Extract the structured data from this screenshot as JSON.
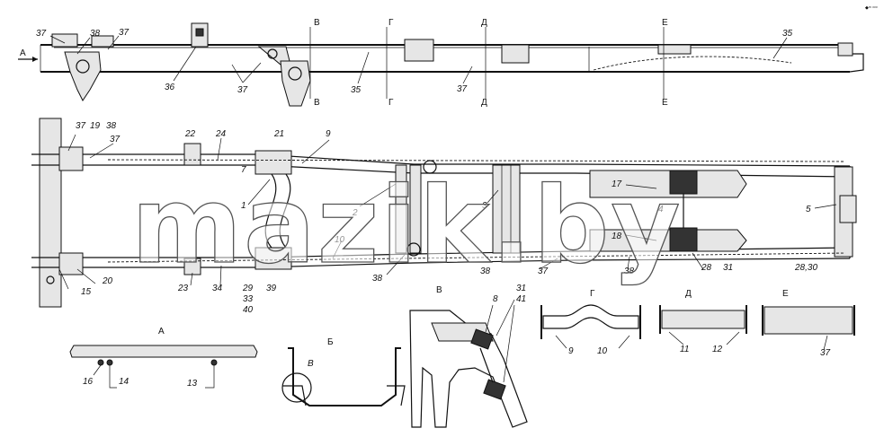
{
  "watermark": "mazik.by",
  "corner_mark": "◆ᵐ ᵒᵒᵒ",
  "side_view": {
    "labels": [
      "37",
      "38",
      "37",
      "36",
      "37",
      "35",
      "37",
      "35"
    ],
    "view_arrow": "А",
    "section_marks": [
      "В",
      "Г",
      "Д",
      "Е",
      "В",
      "Г",
      "Д",
      "Е"
    ]
  },
  "plan_view": {
    "labels": [
      "37",
      "19",
      "38",
      "37",
      "22",
      "24",
      "21",
      "9",
      "7",
      "1",
      "2",
      "3",
      "17",
      "4",
      "18",
      "5",
      "10",
      "15",
      "20",
      "23",
      "34",
      "29",
      "33",
      "40",
      "39",
      "38",
      "38",
      "37",
      "38",
      "28",
      "31",
      "28,30"
    ]
  },
  "details": {
    "A": {
      "title": "А",
      "labels": [
        "16",
        "14",
        "13"
      ]
    },
    "B": {
      "title": "Б",
      "labels": [
        "В"
      ]
    },
    "V": {
      "title": "В",
      "labels": [
        "8",
        "31",
        "41"
      ]
    },
    "G": {
      "title": "Г",
      "labels": [
        "9",
        "10"
      ]
    },
    "D": {
      "title": "Д",
      "labels": [
        "11",
        "12"
      ]
    },
    "E": {
      "title": "Е",
      "labels": [
        "37"
      ]
    }
  }
}
